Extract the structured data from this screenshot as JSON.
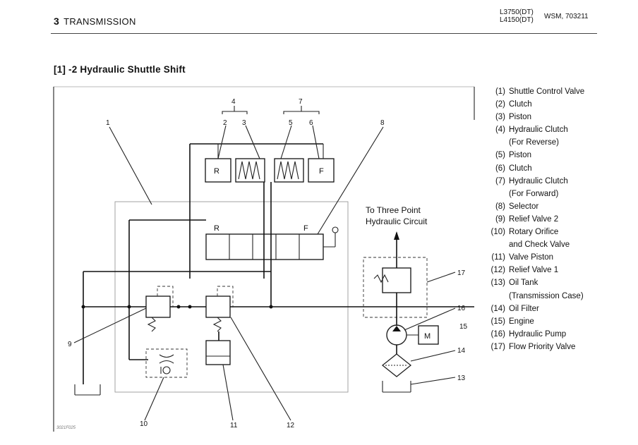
{
  "header": {
    "section_number": "3",
    "section_title": "TRANSMISSION",
    "model_line1": "L3750(DT)",
    "model_line2": "L4150(DT)",
    "manual_code": "WSM, 703211"
  },
  "title": "[1] -2 Hydraulic Shuttle Shift",
  "diagram": {
    "to_three_point_line1": "To Three Point",
    "to_three_point_line2": "Hydraulic Circuit",
    "box_r": "R",
    "box_f": "F",
    "selector_r": "R",
    "selector_f": "F",
    "motor": "M",
    "figure_code": "3021F025",
    "callouts": [
      "1",
      "2",
      "3",
      "4",
      "5",
      "6",
      "7",
      "8",
      "9",
      "10",
      "11",
      "12",
      "13",
      "14",
      "15",
      "16",
      "17"
    ]
  },
  "legend": [
    {
      "num": "(1)",
      "text": "Shuttle Control Valve",
      "sub": ""
    },
    {
      "num": "(2)",
      "text": "Clutch",
      "sub": ""
    },
    {
      "num": "(3)",
      "text": "Piston",
      "sub": ""
    },
    {
      "num": "(4)",
      "text": "Hydraulic Clutch",
      "sub": "(For Reverse)"
    },
    {
      "num": "(5)",
      "text": "Piston",
      "sub": ""
    },
    {
      "num": "(6)",
      "text": "Clutch",
      "sub": ""
    },
    {
      "num": "(7)",
      "text": "Hydraulic Clutch",
      "sub": "(For Forward)"
    },
    {
      "num": "(8)",
      "text": "Selector",
      "sub": ""
    },
    {
      "num": "(9)",
      "text": "Relief Valve 2",
      "sub": ""
    },
    {
      "num": "(10)",
      "text": "Rotary Orifice",
      "sub": "and Check Valve"
    },
    {
      "num": "(11)",
      "text": "Valve Piston",
      "sub": ""
    },
    {
      "num": "(12)",
      "text": "Relief Valve 1",
      "sub": ""
    },
    {
      "num": "(13)",
      "text": "Oil Tank",
      "sub": "(Transmission Case)"
    },
    {
      "num": "(14)",
      "text": "Oil Filter",
      "sub": ""
    },
    {
      "num": "(15)",
      "text": "Engine",
      "sub": ""
    },
    {
      "num": "(16)",
      "text": "Hydraulic Pump",
      "sub": ""
    },
    {
      "num": "(17)",
      "text": "Flow Priority Valve",
      "sub": ""
    }
  ]
}
